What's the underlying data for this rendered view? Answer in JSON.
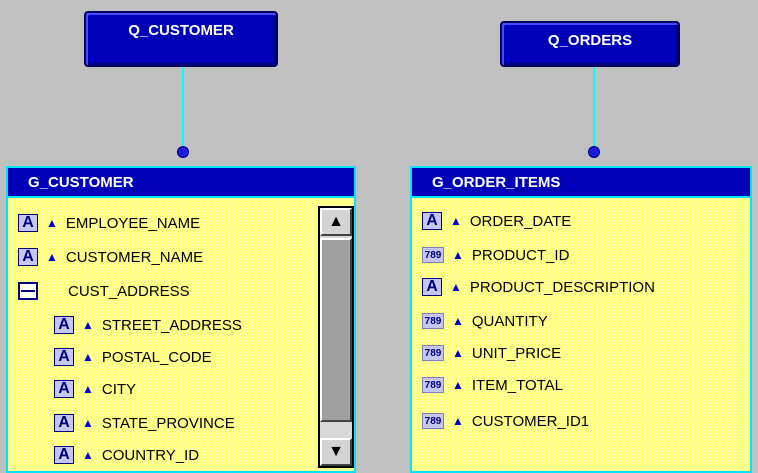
{
  "queries": [
    {
      "name": "Q_CUSTOMER"
    },
    {
      "name": "Q_ORDERS"
    }
  ],
  "groups": [
    {
      "title": "G_CUSTOMER",
      "items": [
        {
          "label": "EMPLOYEE_NAME",
          "icon": "alpha-field-icon"
        },
        {
          "label": "CUSTOMER_NAME",
          "icon": "alpha-field-icon"
        },
        {
          "label": "CUST_ADDRESS",
          "icon": "group-field-icon"
        },
        {
          "label": "STREET_ADDRESS",
          "icon": "alpha-field-icon"
        },
        {
          "label": "POSTAL_CODE",
          "icon": "alpha-field-icon"
        },
        {
          "label": "CITY",
          "icon": "alpha-field-icon"
        },
        {
          "label": "STATE_PROVINCE",
          "icon": "alpha-field-icon"
        },
        {
          "label": "COUNTRY_ID",
          "icon": "alpha-field-icon"
        }
      ]
    },
    {
      "title": "G_ORDER_ITEMS",
      "items": [
        {
          "label": "ORDER_DATE",
          "icon": "alpha-field-icon"
        },
        {
          "label": "PRODUCT_ID",
          "icon": "numeric-field-icon"
        },
        {
          "label": "PRODUCT_DESCRIPTION",
          "icon": "alpha-field-icon"
        },
        {
          "label": "QUANTITY",
          "icon": "numeric-field-icon"
        },
        {
          "label": "UNIT_PRICE",
          "icon": "numeric-field-icon"
        },
        {
          "label": "ITEM_TOTAL",
          "icon": "numeric-field-icon"
        },
        {
          "label": "CUSTOMER_ID1",
          "icon": "numeric-field-icon"
        }
      ]
    }
  ],
  "icon_text": {
    "alpha": "A",
    "numeric": "789",
    "arrow": "▲"
  },
  "colors": {
    "canvas": "#c0c0c0",
    "query_fill": "#0000b8",
    "group_body": "#ffff80",
    "link": "#00ffff"
  }
}
